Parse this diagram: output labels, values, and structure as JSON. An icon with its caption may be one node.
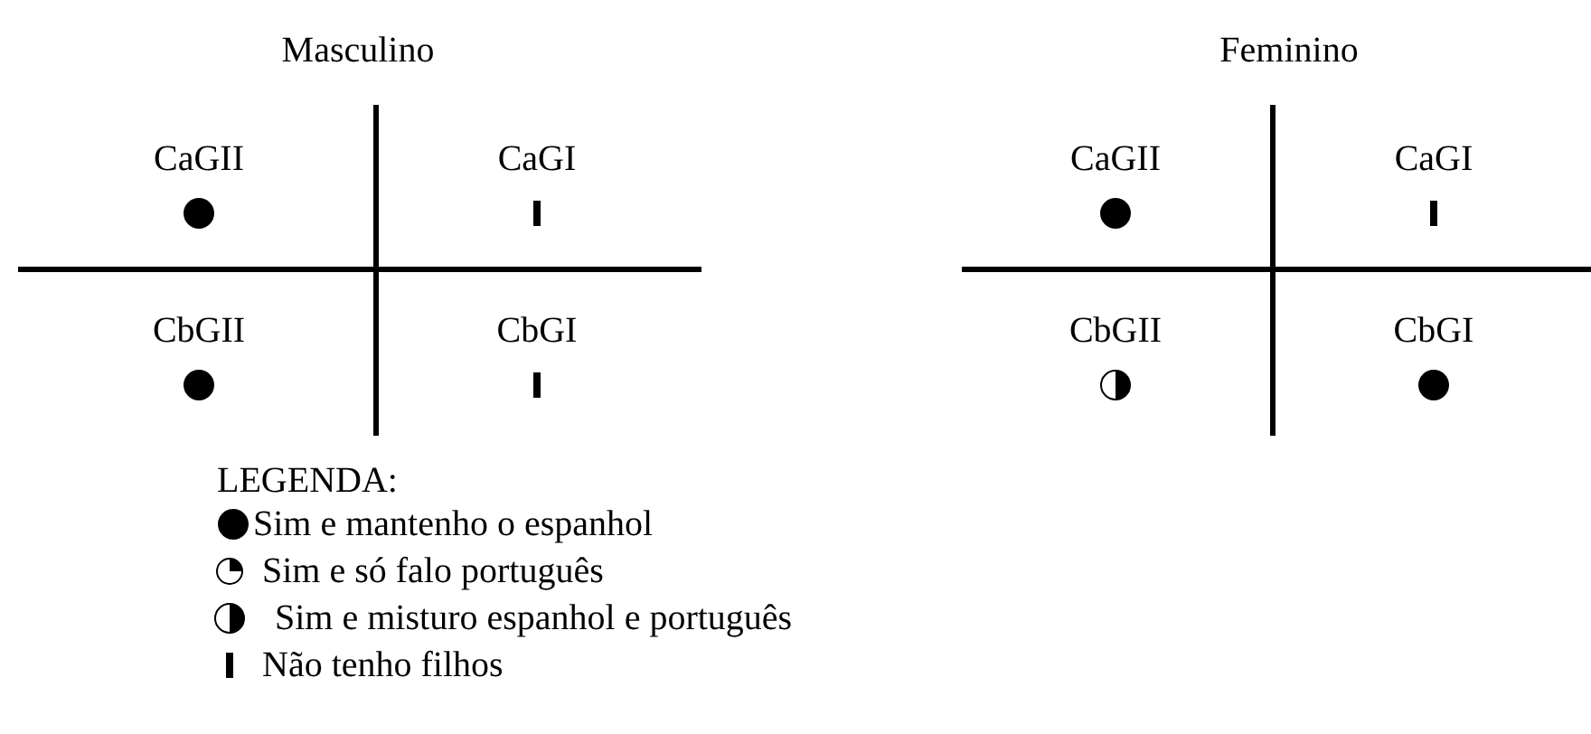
{
  "diagram": {
    "labels": [
      "Masculino",
      "CaGII",
      "CaGI",
      "CbGII",
      "CbGI",
      "Feminino",
      "CaGII",
      "CaGI",
      "CbGII",
      "CbGI",
      "LEGENDA:"
    ],
    "legend": [
      {
        "text": "Sim e mantenho o espanhol"
      },
      {
        "text": "Sim e só falo português"
      },
      {
        "text": "Sim e misturo espanhol e português"
      },
      {
        "text": "Não tenho filhos"
      }
    ]
  }
}
